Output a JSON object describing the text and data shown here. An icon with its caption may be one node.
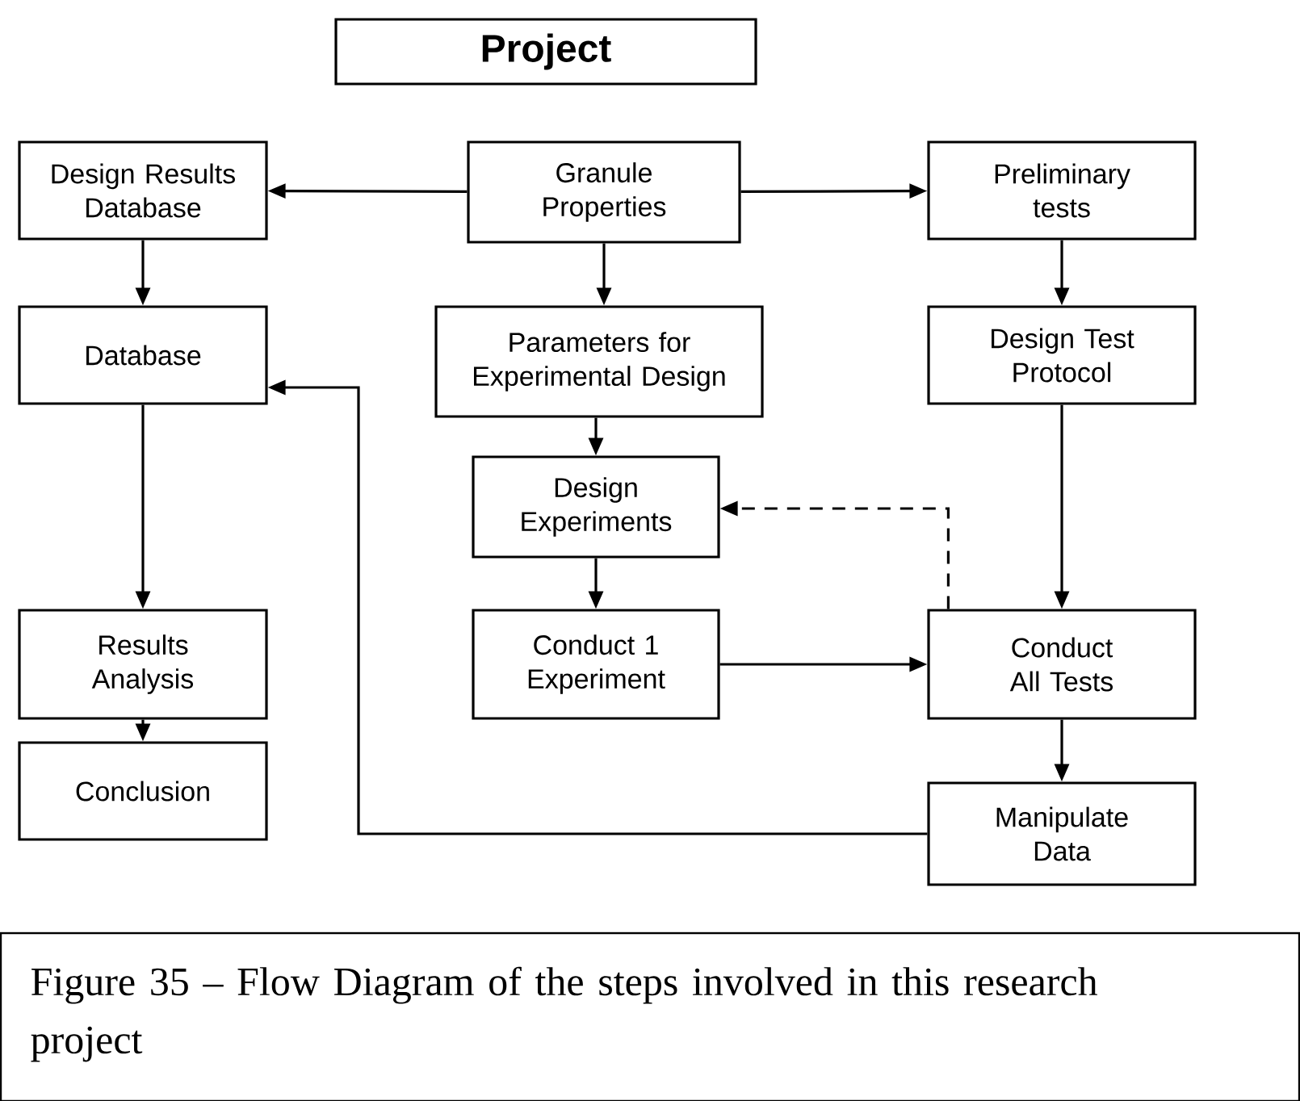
{
  "diagram": {
    "caption": "Figure 35 – Flow Diagram of the steps involved in this research project",
    "nodes": [
      {
        "text": [
          "Project"
        ]
      },
      {
        "text": [
          "Design Results Database"
        ]
      },
      {
        "text": [
          "Granule Properties"
        ]
      },
      {
        "text": [
          "Preliminary tests"
        ]
      },
      {
        "text": [
          "Database"
        ]
      },
      {
        "text": [
          "Parameters for Experimental Design"
        ]
      },
      {
        "text": [
          "Design Test Protocol"
        ]
      },
      {
        "text": [
          "Design Experiments"
        ]
      },
      {
        "text": [
          "Results Analysis"
        ]
      },
      {
        "text": [
          "Conduct 1 Experiment"
        ]
      },
      {
        "text": [
          "Conduct All Tests"
        ]
      },
      {
        "text": [
          "Conclusion"
        ]
      },
      {
        "text": [
          "Manipulate Data"
        ]
      }
    ],
    "edges": [
      {
        "from": 2,
        "to": 1,
        "arrow": "to"
      },
      {
        "from": 2,
        "to": 3,
        "arrow": "to"
      },
      {
        "from": 1,
        "to": 4,
        "arrow": "to"
      },
      {
        "from": 2,
        "to": 5,
        "arrow": "to"
      },
      {
        "from": 3,
        "to": 6,
        "arrow": "to"
      },
      {
        "from": 5,
        "to": 7,
        "arrow": "to"
      },
      {
        "from": 7,
        "to": 9,
        "arrow": "to"
      },
      {
        "from": 4,
        "to": 8,
        "arrow": "to"
      },
      {
        "from": 8,
        "to": 11,
        "arrow": "to"
      },
      {
        "from": 9,
        "to": 10,
        "arrow": "to"
      },
      {
        "from": 6,
        "to": 10,
        "arrow": "to"
      },
      {
        "from": 10,
        "to": 12,
        "arrow": "to"
      },
      {
        "from": 12,
        "to": 4,
        "arrow": "to"
      },
      {
        "from": 10,
        "to": 7,
        "arrow": "to",
        "style": "dashed"
      }
    ]
  }
}
